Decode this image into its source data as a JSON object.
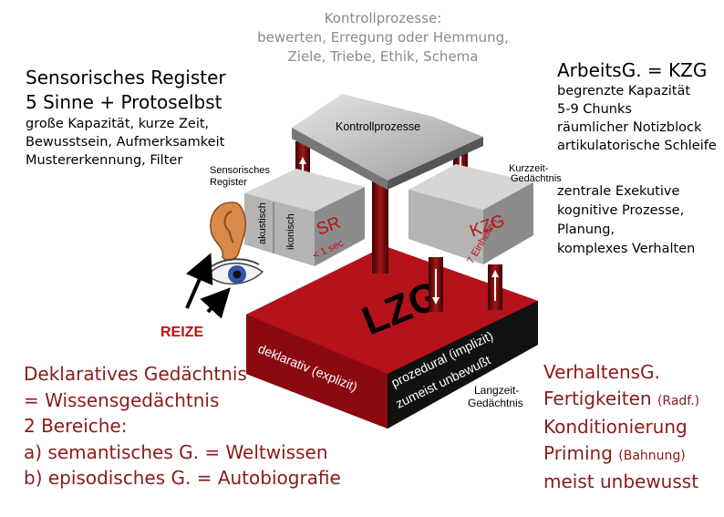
{
  "top_caption": {
    "line1": "Kontrollprozesse:",
    "line2": "bewerten, Erregung oder Hemmung,",
    "line3": "Ziele, Triebe, Ethik, Schema"
  },
  "left_block": {
    "title1": "Sensorisches Register",
    "title2": "5 Sinne + Protoselbst",
    "line1": "große Kapazität, kurze Zeit,",
    "line2": "Bewusstsein, Aufmerksamkeit",
    "line3": "Mustererkennung, Filter"
  },
  "right_block": {
    "title": "ArbeitsG. = KZG",
    "line1": "begrenzte Kapazität",
    "line2": "5-9 Chunks",
    "line3": "räumlicher Notizblock",
    "line4": "artikulatorische Schleife"
  },
  "right_block2": {
    "line1": "zentrale Exekutive",
    "line2": "kognitive Prozesse,",
    "line3": "Planung,",
    "line4": "komplexes Verhalten"
  },
  "bottom_left": {
    "line1": "Deklaratives Gedächtnis",
    "line2": "= Wissensgedächtnis",
    "line3": "2 Bereiche:",
    "line4": "a) semantisches G. = Weltwissen",
    "line5": "b) episodisches G. = Autobiografie"
  },
  "bottom_right": {
    "line1": "VerhaltensG.",
    "line2a": "Fertigkeiten ",
    "line2b": "(Radf.)",
    "line3": "Konditionierung",
    "line4a": "Priming ",
    "line4b": "(Bahnung)",
    "line5": "meist unbewusst"
  },
  "diagram": {
    "kontrollprozesse": "Kontrollprozesse",
    "sens_reg_1": "Sensorisches",
    "sens_reg_2": "Register",
    "akustisch": "akustisch",
    "ikonisch": "ikonisch",
    "sr": "SR",
    "sr_time": "< 1 sec",
    "kzg_label_1": "Kurzzeit-",
    "kzg_label_2": "Gedächtnis",
    "kzg": "KZG",
    "kzg_units": "7 Einheiten",
    "lzg": "LZG",
    "deklarativ": "deklarativ (explizit)",
    "prozedural": "prozedural (implizit)",
    "zumeist": "zumeist unbewußt",
    "lzg_label_1": "Langzeit-",
    "lzg_label_2": "Gedächtnis",
    "reize": "REIZE"
  },
  "colors": {
    "red_dark": "#8b1a1a",
    "lzg_red": "#b5121b",
    "grey_box": "#a9a9a9",
    "caption_grey": "#8a8a8a"
  }
}
